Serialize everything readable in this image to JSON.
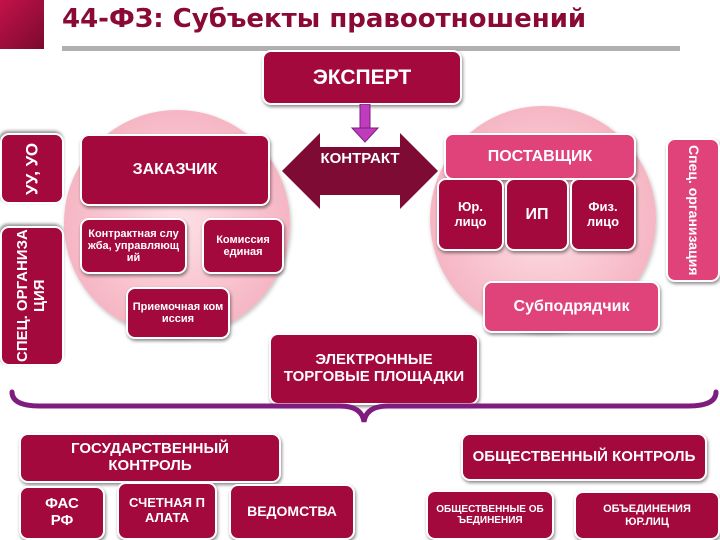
{
  "title": "44-ФЗ: Субъекты правоотношений",
  "colors": {
    "dark": "#a3093c",
    "pink": "#e0427a",
    "arrow": "#7e0b33",
    "brace": "#7f1d7e",
    "down_arrow": "#c03cbf"
  },
  "expert": "ЭКСПЕРТ",
  "contract": "КОНТРАКТ",
  "customer": {
    "title": "ЗАКАЗЧИК",
    "contract_service": "Контрактная служба, управляющий",
    "commission": "Комиссия единая",
    "acceptance": "Приемочная комиссия"
  },
  "left_side": {
    "uu_uo": "УУ, УО",
    "spec_org": "СПЕЦ. ОРГАНИЗАЦИЯ"
  },
  "supplier": {
    "title": "ПОСТАВЩИК",
    "legal_entity": "Юр. лицо",
    "ip": "ИП",
    "individual": "Физ. лицо",
    "subcontractor": "Субподрядчик"
  },
  "right_side": {
    "spec_org": "Спец. организация"
  },
  "etp": "ЭЛЕКТРОННЫЕ ТОРГОВЫЕ ПЛОЩАДКИ",
  "state_control": {
    "title": "ГОСУДАРСТВЕННЫЙ КОНТРОЛЬ",
    "fas": "ФАС РФ",
    "accounts": "СЧЕТНАЯ ПАЛАТА",
    "departments": "ВЕДОМСТВА"
  },
  "public_control": {
    "title": "ОБЩЕСТВЕННЫЙ КОНТРОЛЬ",
    "associations": "ОБЩЕСТВЕННЫЕ ОБЪЕДИНЕНИЯ",
    "legal_associations": "ОБЪЕДИНЕНИЯ ЮР.ЛИЦ"
  }
}
